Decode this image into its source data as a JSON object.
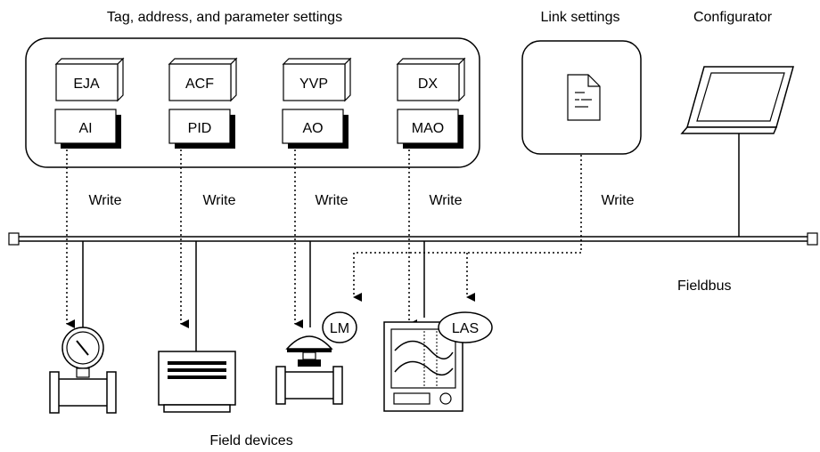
{
  "labels": {
    "settings_title": "Tag, address, and parameter settings",
    "link_title": "Link settings",
    "configurator_title": "Configurator",
    "fieldbus": "Fieldbus",
    "field_devices": "Field devices"
  },
  "device_tags": [
    "EJA",
    "ACF",
    "YVP",
    "DX"
  ],
  "blocks": [
    "AI",
    "PID",
    "AO",
    "MAO"
  ],
  "writes": [
    "Write",
    "Write",
    "Write",
    "Write",
    "Write"
  ],
  "bubbles": {
    "lm": "LM",
    "las": "LAS"
  },
  "colors": {
    "line": "#000000",
    "background": "#ffffff"
  }
}
